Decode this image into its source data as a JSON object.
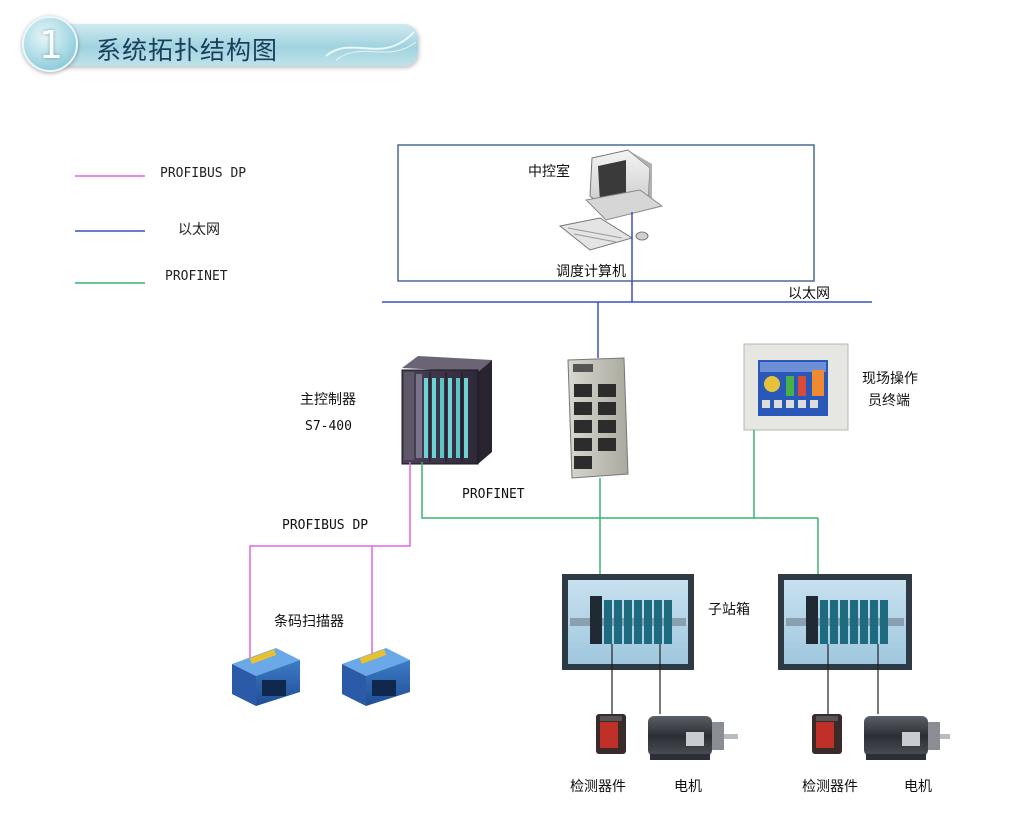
{
  "title": {
    "number": "1",
    "text": "系统拓扑结构图"
  },
  "legend": [
    {
      "label": "PROFIBUS DP",
      "color": "#e066e6"
    },
    {
      "label": "以太网",
      "color": "#3a4fc4"
    },
    {
      "label": "PROFINET",
      "color": "#3cb371"
    }
  ],
  "control_room": {
    "label": "中控室",
    "computer_label": "调度计算机"
  },
  "ethernet_label": "以太网",
  "main_controller": {
    "line1": "主控制器",
    "line2": "S7-400"
  },
  "profinet_label": "PROFINET",
  "profibus_label": "PROFIBUS DP",
  "operator_terminal": {
    "line1": "现场操作",
    "line2": "员终端"
  },
  "barcode_label": "条码扫描器",
  "substation_label": "子站箱",
  "detector_label": "检测器件",
  "motor_label": "电机",
  "colors": {
    "profibus": "#e066e6",
    "ethernet": "#3a4fc4",
    "profinet": "#3cb371",
    "box_border": "#4a6a96"
  }
}
